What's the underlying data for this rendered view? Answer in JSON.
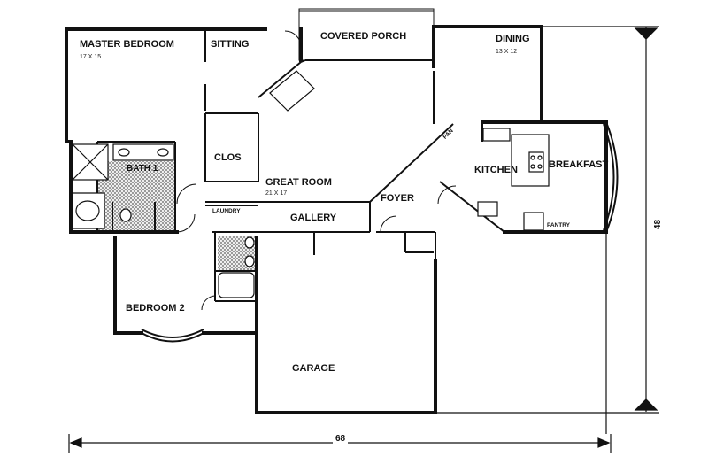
{
  "rooms": {
    "master_bedroom": {
      "label": "MASTER BEDROOM",
      "size": "17 X 15"
    },
    "sitting": {
      "label": "SITTING"
    },
    "covered_porch": {
      "label": "COVERED PORCH"
    },
    "dining": {
      "label": "DINING",
      "size": "13 X 12"
    },
    "clos": {
      "label": "CLOS"
    },
    "bath1": {
      "label": "BATH 1"
    },
    "great_room": {
      "label": "GREAT ROOM",
      "size": "21 X 17"
    },
    "laundry": {
      "label": "LAUNDRY"
    },
    "gallery": {
      "label": "GALLERY"
    },
    "foyer": {
      "label": "FOYER"
    },
    "kitchen": {
      "label": "KITCHEN"
    },
    "breakfast": {
      "label": "BREAKFAST"
    },
    "pantry": {
      "label": "PANTRY"
    },
    "pan": {
      "label": "PAN"
    },
    "bedroom2": {
      "label": "BEDROOM 2"
    },
    "garage": {
      "label": "GARAGE"
    }
  },
  "dimensions": {
    "width": "68",
    "depth": "48"
  },
  "colors": {
    "line": "#111111",
    "tile": "#9a9a9a",
    "background": "#ffffff"
  }
}
